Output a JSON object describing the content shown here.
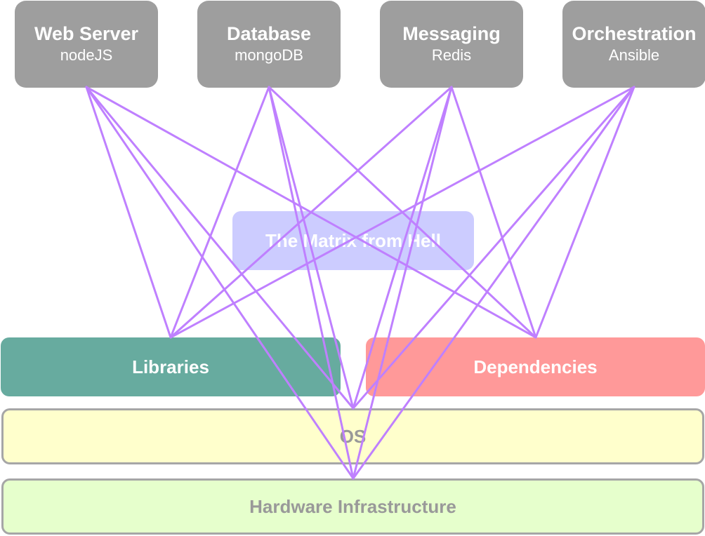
{
  "services": [
    {
      "title": "Web Server",
      "subtitle": "nodeJS"
    },
    {
      "title": "Database",
      "subtitle": "mongoDB"
    },
    {
      "title": "Messaging",
      "subtitle": "Redis"
    },
    {
      "title": "Orchestration",
      "subtitle": "Ansible"
    }
  ],
  "center_label": "The Matrix from Hell",
  "libraries_label": "Libraries",
  "dependencies_label": "Dependencies",
  "os_label": "OS",
  "hardware_label": "Hardware Infrastructure",
  "colors": {
    "service_box": "#9e9e9e",
    "matrix_box": "#ccccff",
    "libraries_box": "#67ab9f",
    "dependencies_box": "#ff9999",
    "os_box": "#ffffcc",
    "hardware_box": "#e6ffcc",
    "connector": "#bf80ff"
  }
}
